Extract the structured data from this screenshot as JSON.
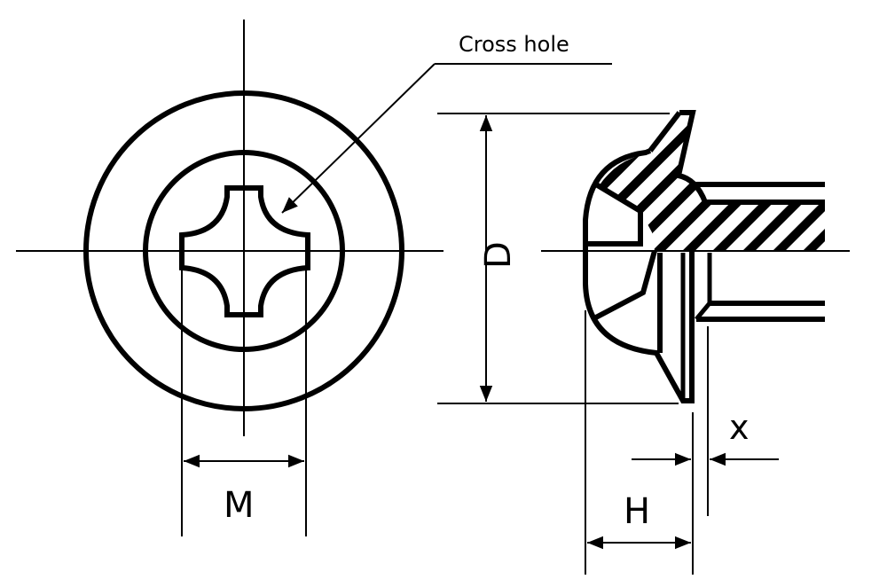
{
  "labels": {
    "cross_hole": "Cross hole",
    "dim_m": "M",
    "dim_d": "D",
    "dim_h": "H",
    "dim_x": "x"
  },
  "colors": {
    "line": "#000000",
    "background": "#ffffff"
  }
}
